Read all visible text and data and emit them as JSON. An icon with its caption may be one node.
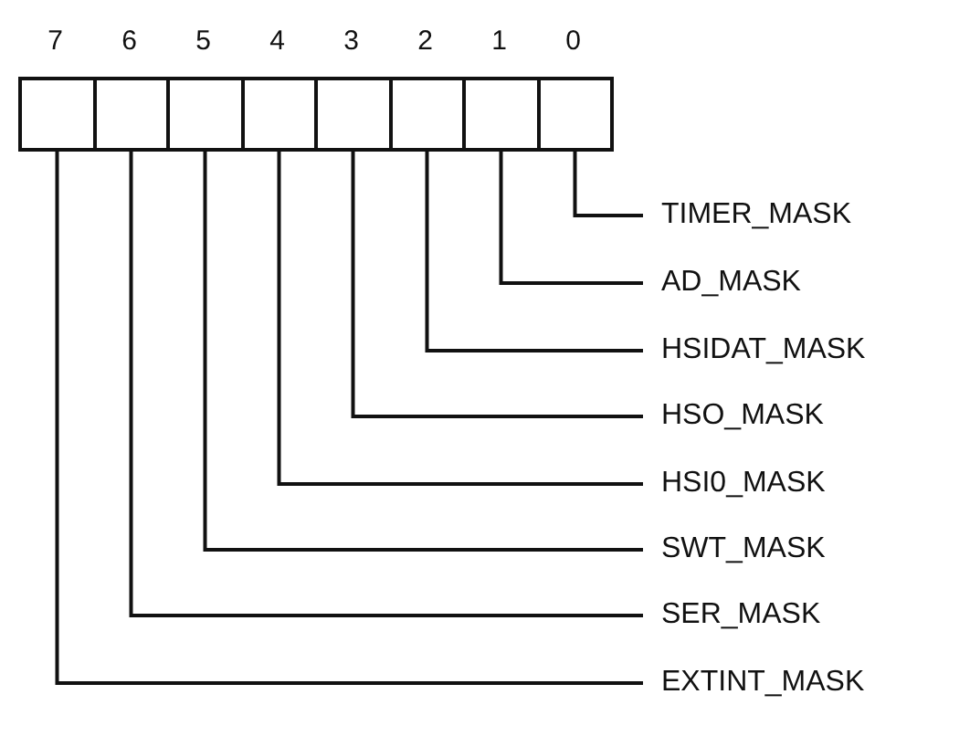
{
  "diagram": {
    "nodes": [
      {
        "text": [],
        "shape": "box"
      },
      {
        "text": [],
        "shape": "box"
      },
      {
        "text": [],
        "shape": "box"
      },
      {
        "text": [],
        "shape": "box"
      },
      {
        "text": [],
        "shape": "box"
      },
      {
        "text": [],
        "shape": "box"
      },
      {
        "text": [],
        "shape": "box"
      },
      {
        "text": [],
        "shape": "box"
      },
      {
        "text": [
          "TIMER_MASK"
        ]
      },
      {
        "text": [
          "AD_MASK"
        ]
      },
      {
        "text": [
          "HSIDAT_MASK"
        ]
      },
      {
        "text": [
          "HSO_MASK"
        ]
      },
      {
        "text": [
          "HSI0_MASK"
        ]
      },
      {
        "text": [
          "SWT_MASK"
        ]
      },
      {
        "text": [
          "SER_MASK"
        ]
      },
      {
        "text": [
          "EXTINT_MASK"
        ]
      }
    ],
    "edges": [
      {
        "from": 8,
        "to": 7,
        "arrow": "none"
      },
      {
        "from": 9,
        "to": 6,
        "arrow": "none"
      },
      {
        "from": 10,
        "to": 5,
        "arrow": "none"
      },
      {
        "from": 11,
        "to": 4,
        "arrow": "none"
      },
      {
        "from": 12,
        "to": 3,
        "arrow": "none"
      },
      {
        "from": 13,
        "to": 2,
        "arrow": "none"
      },
      {
        "from": 14,
        "to": 1,
        "arrow": "none"
      },
      {
        "from": 15,
        "to": 0,
        "arrow": "none"
      }
    ],
    "labels": [
      "7",
      "6",
      "5",
      "4",
      "3",
      "2",
      "1",
      "0"
    ]
  }
}
